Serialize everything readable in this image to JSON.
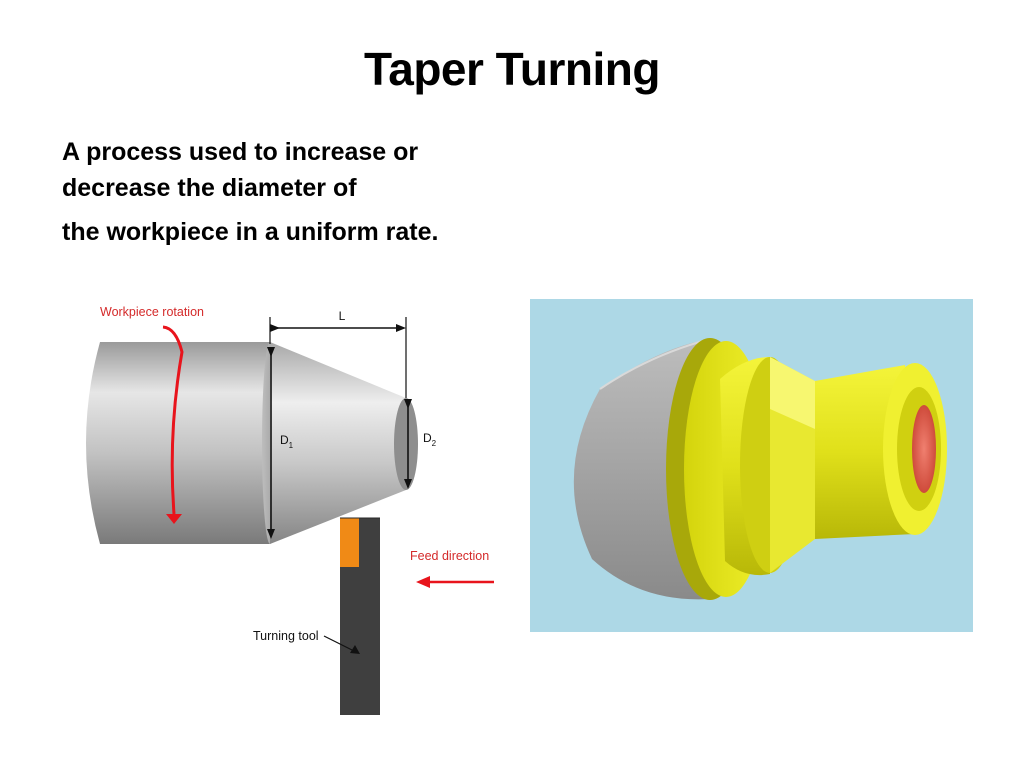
{
  "slide": {
    "title": "Taper Turning",
    "description_lines": [
      "A process used to increase or",
      "decrease the diameter of",
      "the workpiece in a uniform rate."
    ]
  },
  "diagram": {
    "workpiece_rotation_label": "Workpiece rotation",
    "length_label": "L",
    "d1_letter": "D",
    "d1_subscript": "1",
    "d2_letter": "D",
    "d2_subscript": "2",
    "feed_direction_label": "Feed direction",
    "turning_tool_label": "Turning tool",
    "colors": {
      "arrow_red": "#e8141c",
      "label_red": "#d42a2a",
      "tool_dark": "#3f3f3f",
      "tool_insert": "#f08a16",
      "steel_light": "#e8e8e8",
      "steel_dark": "#8c8c8c"
    }
  },
  "render": {
    "colors": {
      "background": "#add8e6",
      "gray_body": "#a6a6a6",
      "yellow_part": "#e6e61a",
      "bore": "#e65a4a"
    }
  }
}
